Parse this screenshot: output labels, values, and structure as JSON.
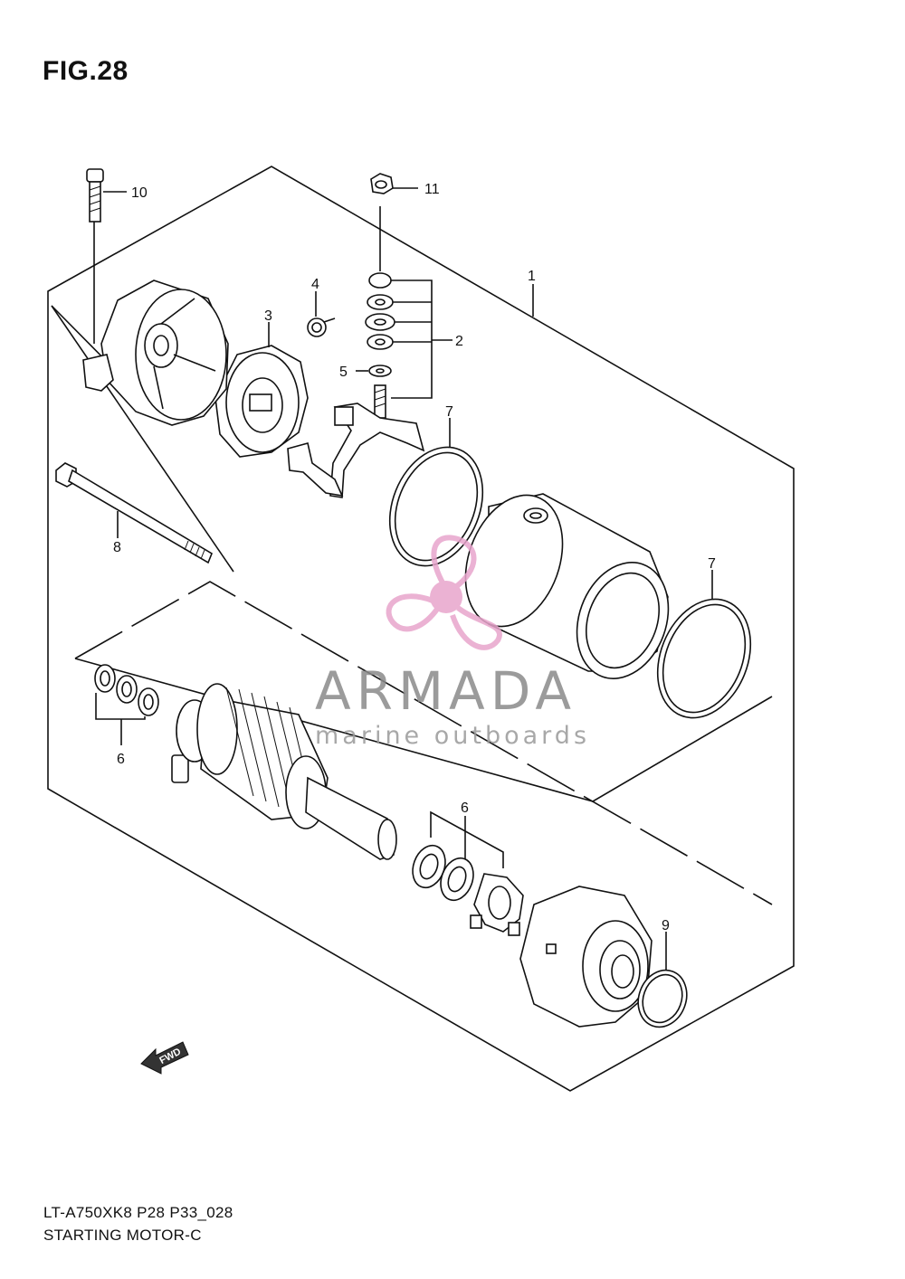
{
  "figure": {
    "title": "FIG.28",
    "code": "LT-A750XK8 P28 P33_028",
    "name": "STARTING MOTOR-C"
  },
  "callouts": {
    "c1": "1",
    "c2": "2",
    "c3": "3",
    "c4": "4",
    "c5": "5",
    "c6a": "6",
    "c6b": "6",
    "c7a": "7",
    "c7b": "7",
    "c8": "8",
    "c9": "9",
    "c10": "10",
    "c11": "11"
  },
  "fwd_marker": "FWD",
  "watermark": {
    "brand": "ARMADA",
    "tagline": "marine outboards",
    "brand_color": "#e8a5cc",
    "text_color": "#8a8a8a"
  }
}
